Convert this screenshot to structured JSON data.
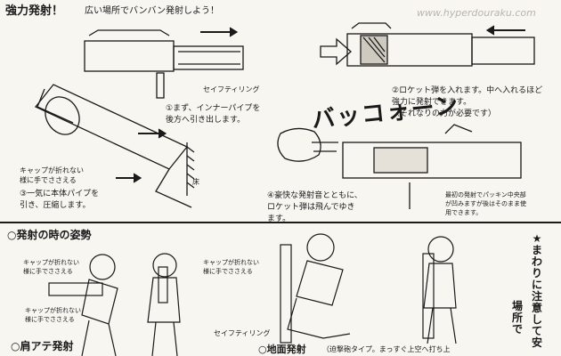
{
  "top": {
    "title": "強力発射！",
    "subtitle": "広い場所でバンバン発射しよう！",
    "watermark": "www.hyperdouraku.com",
    "safety_ring_label": "セイフティリング",
    "step1": [
      "①まず、インナーパイプを",
      "後方へ引き出します。"
    ],
    "step2": [
      "②ロケット弾を入れます。中へ入れるほど",
      "強力に発射できます。",
      "（それなりの力が必要です）"
    ],
    "step3": [
      "③一気に本体パイプを",
      "引き、圧縮します。"
    ],
    "step4": [
      "④豪快な発射音とともに、",
      "ロケット弾は飛んでゆき",
      "ます。"
    ],
    "cap_note": [
      "キャップが折れない",
      "様に手でささえる"
    ],
    "floor_label": "床",
    "sfx": "バッコォーン",
    "note_right": [
      "最初の発射でパッキン中央部",
      "が凹みますが後はそのまま使",
      "用できます。"
    ]
  },
  "bottom": {
    "section_title": "○発射の時の姿勢",
    "cap_note_a": [
      "キャップが折れない",
      "様に手でささえる"
    ],
    "cap_note_b": [
      "キャップが折れない",
      "様に手でささえる"
    ],
    "cap_note_c": [
      "キャップが折れない",
      "様に手でささえる"
    ],
    "shoulder_title": "○肩アテ発射",
    "safety_ring_label": "セイフティリング",
    "ground_title": "○地面発射",
    "ground_note": "（迫撃砲タイプ。まっすぐ上空へ打ち上",
    "side_warning": [
      "★",
      "ま",
      "わ",
      "り",
      "に",
      "注",
      "意",
      "し",
      "て",
      "安"
    ],
    "side_warning2": [
      "場",
      "所",
      "で"
    ]
  }
}
